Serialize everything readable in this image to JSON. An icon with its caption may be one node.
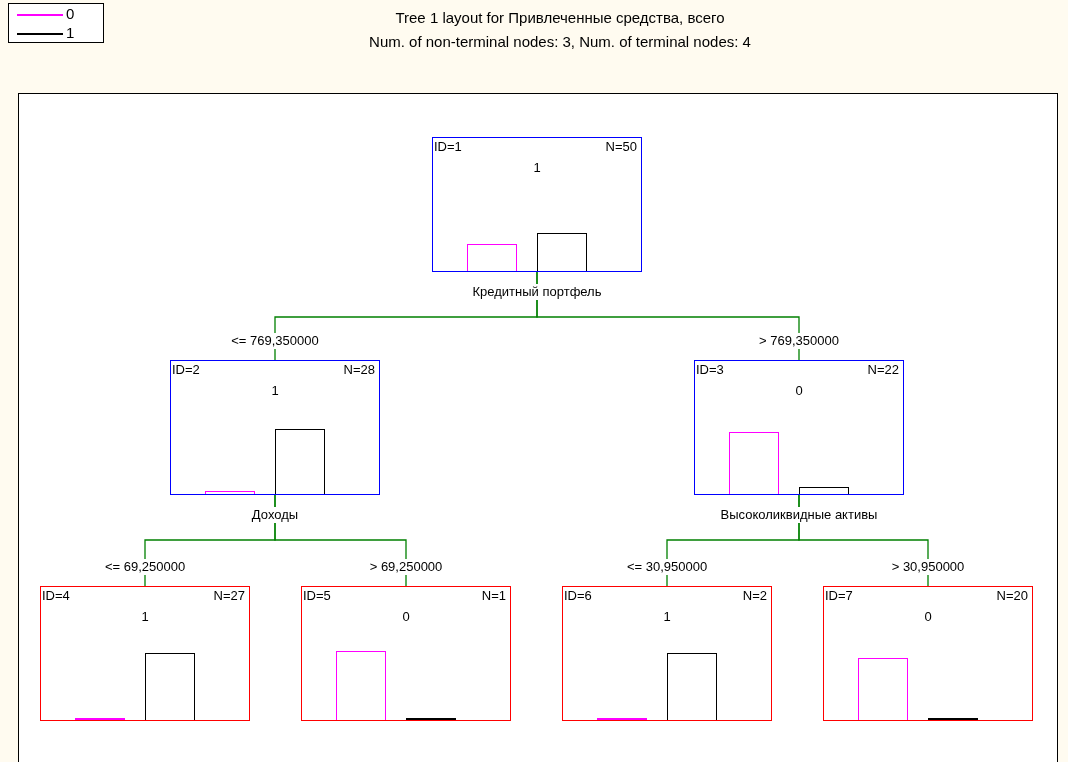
{
  "diagram": {
    "title": "Tree 1 layout for Привлеченные средства, всего",
    "nodes": [
      {
        "text": [
          "ID=1",
          "N=50",
          "1"
        ],
        "beside": [
          "Кредитный портфель"
        ]
      },
      {
        "text": [
          "ID=2",
          "N=28",
          "1"
        ],
        "beside": [
          "Доходы"
        ]
      },
      {
        "text": [
          "ID=3",
          "N=22",
          "0"
        ],
        "beside": [
          "Высоколиквидные активы"
        ]
      },
      {
        "text": [
          "ID=4",
          "N=27",
          "1"
        ]
      },
      {
        "text": [
          "ID=5",
          "N=1",
          "0"
        ]
      },
      {
        "text": [
          "ID=6",
          "N=2",
          "1"
        ]
      },
      {
        "text": [
          "ID=7",
          "N=20",
          "0"
        ]
      }
    ],
    "edges": [
      {
        "from": 0,
        "to": 1,
        "arrow": "none",
        "label": "<= 769,350000"
      },
      {
        "from": 0,
        "to": 2,
        "arrow": "none",
        "label": "> 769,350000"
      },
      {
        "from": 1,
        "to": 3,
        "arrow": "none",
        "label": "<= 69,250000"
      },
      {
        "from": 1,
        "to": 4,
        "arrow": "none",
        "label": "> 69,250000"
      },
      {
        "from": 2,
        "to": 5,
        "arrow": "none",
        "label": "<= 30,950000"
      },
      {
        "from": 2,
        "to": 6,
        "arrow": "none",
        "label": "> 30,950000"
      }
    ],
    "labels": [
      "Num. of non-terminal nodes: 3,  Num. of terminal nodes: 4"
    ],
    "legend": [
      {
        "text": "0",
        "color": "#ff00ff"
      },
      {
        "text": "1",
        "color": "#000000"
      }
    ]
  }
}
